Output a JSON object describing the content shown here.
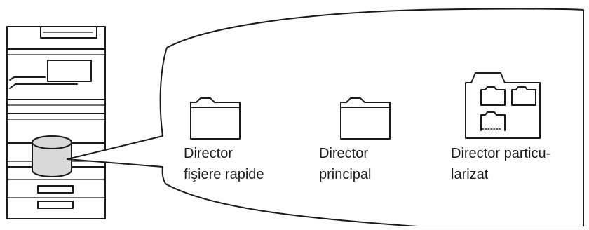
{
  "colors": {
    "stroke": "#1a1a1a",
    "storage_fill": "#d9d9d9",
    "background": "#ffffff"
  },
  "folders": [
    {
      "icon": "folder-icon",
      "line1": "Director",
      "line2": "fişiere rapide"
    },
    {
      "icon": "folder-icon",
      "line1": "Director",
      "line2": "principal"
    },
    {
      "icon": "folder-group-icon",
      "line1": "Director particu-",
      "line2": "larizat"
    }
  ]
}
